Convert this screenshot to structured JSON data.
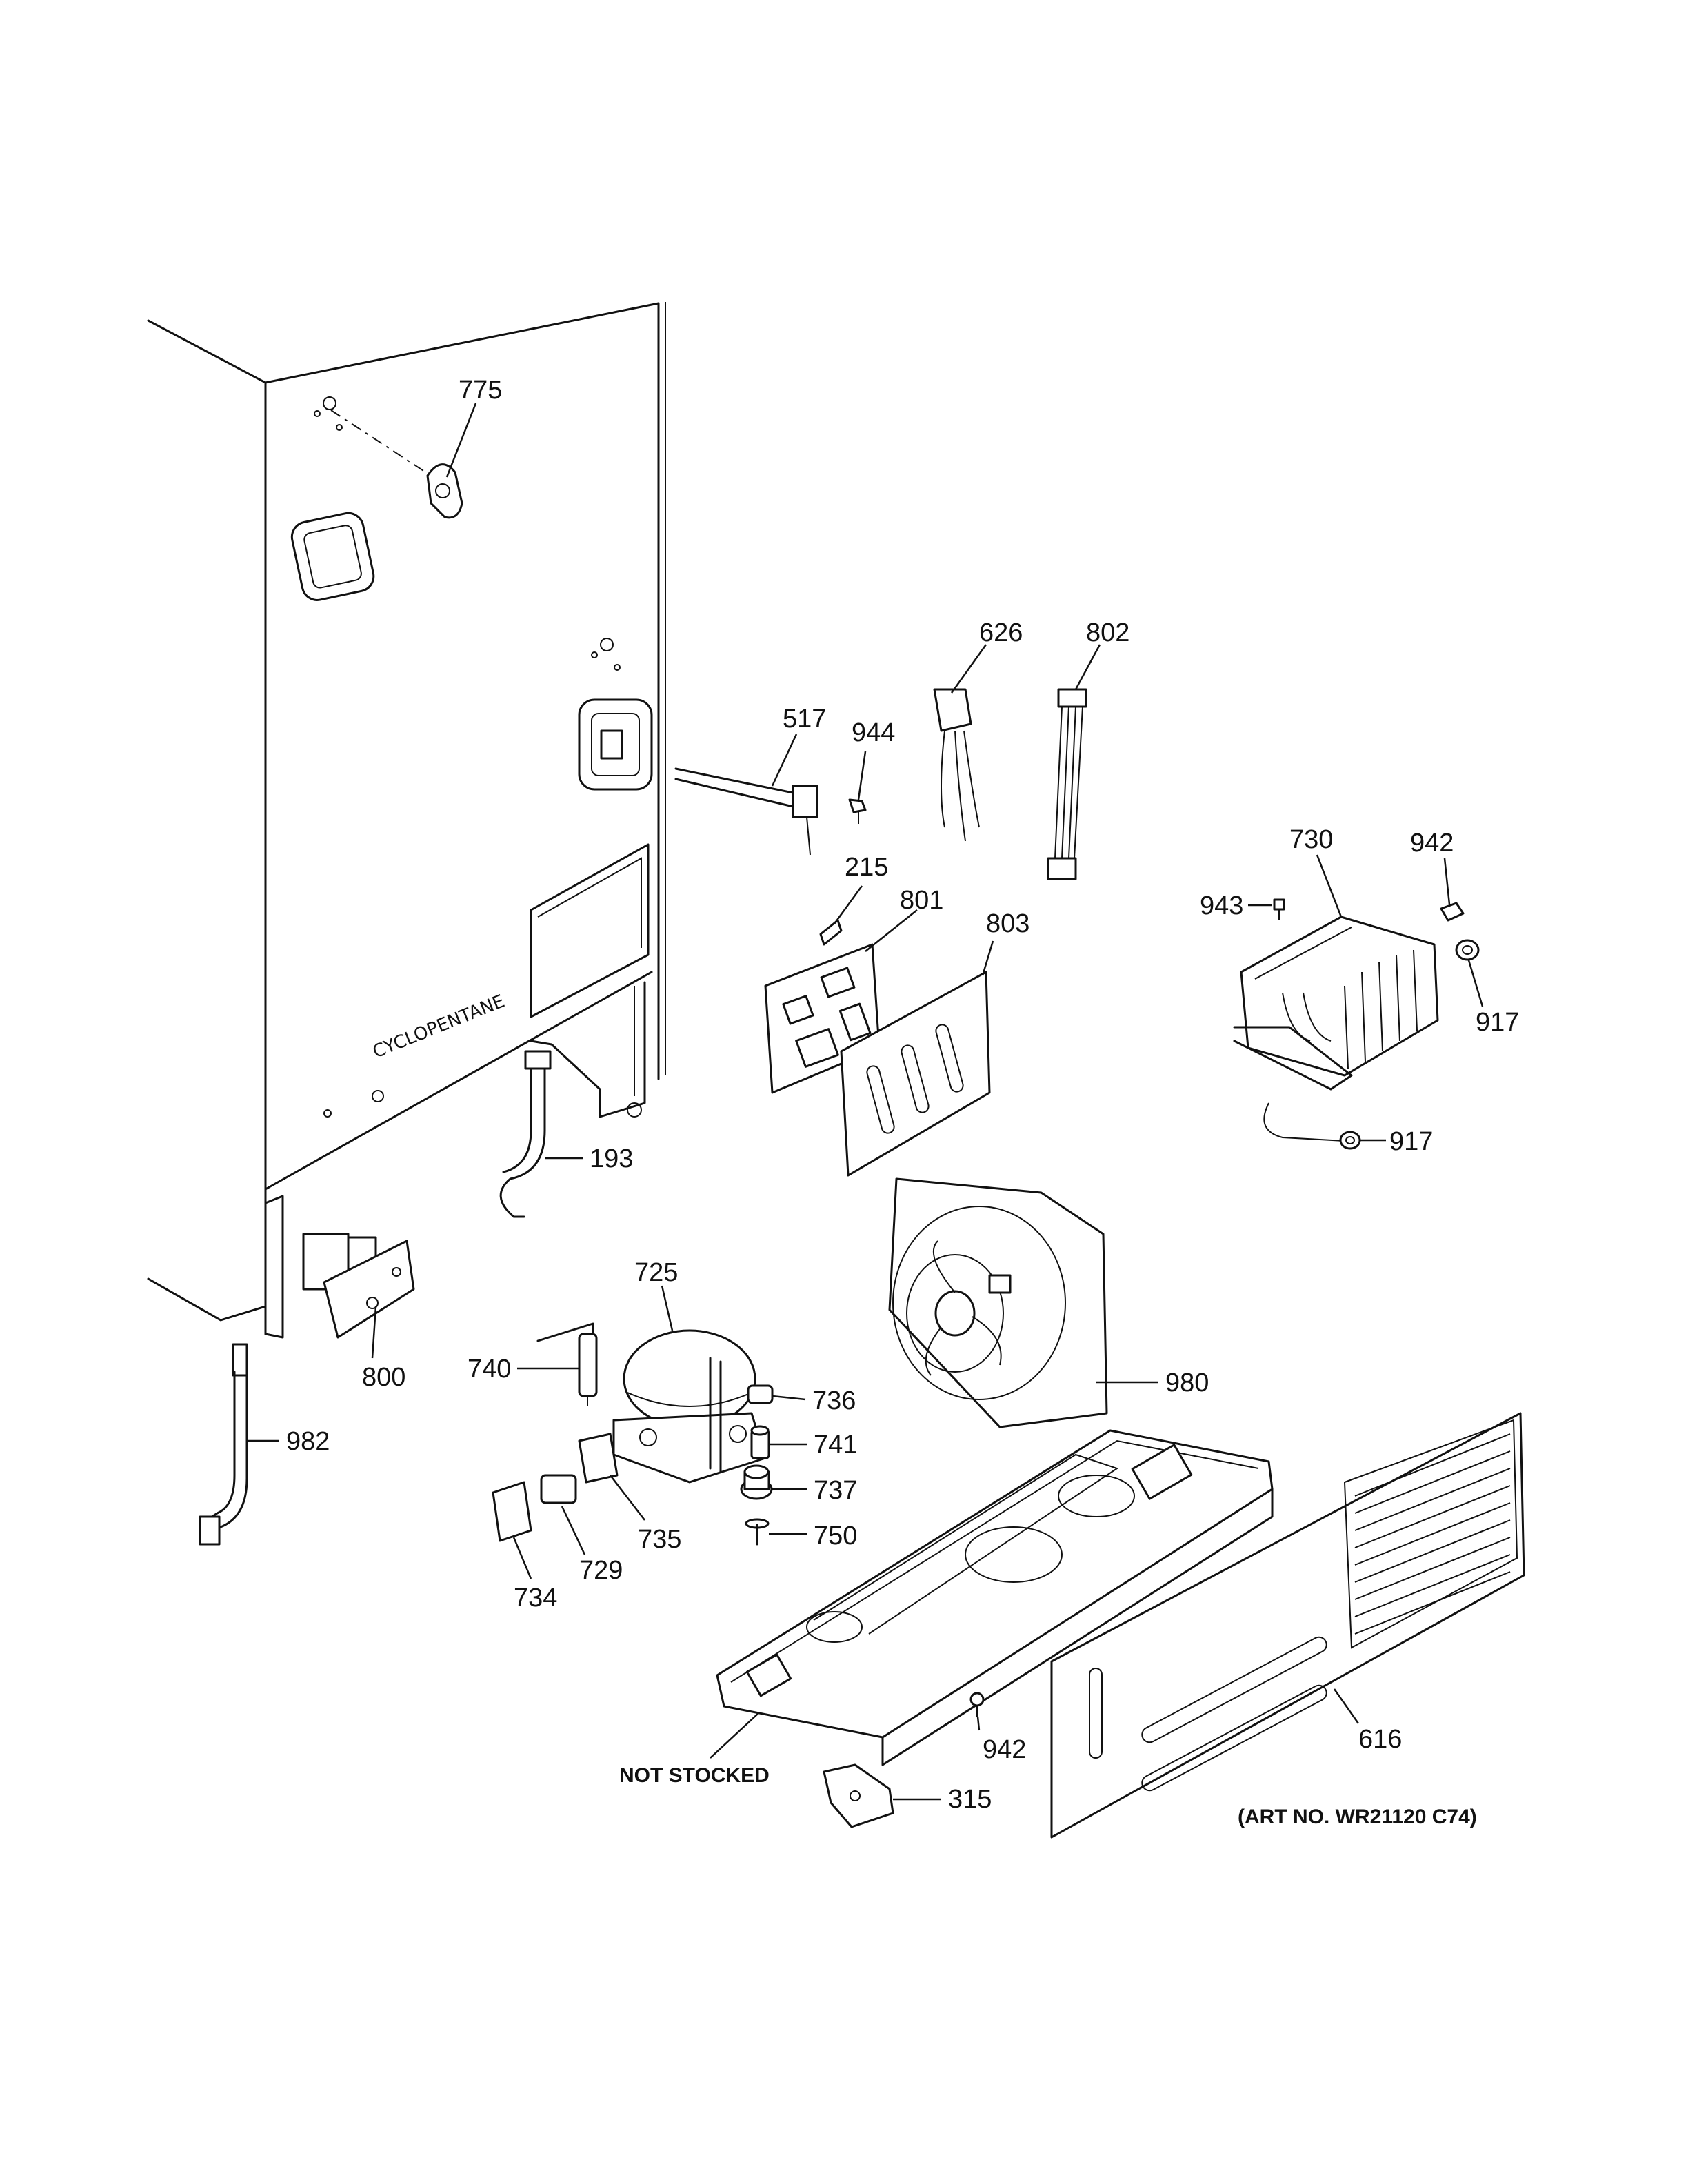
{
  "diagram": {
    "callouts": [
      {
        "id": "775",
        "label": "775"
      },
      {
        "id": "626",
        "label": "626"
      },
      {
        "id": "802",
        "label": "802"
      },
      {
        "id": "517",
        "label": "517"
      },
      {
        "id": "944",
        "label": "944"
      },
      {
        "id": "215",
        "label": "215"
      },
      {
        "id": "801",
        "label": "801"
      },
      {
        "id": "803",
        "label": "803"
      },
      {
        "id": "730",
        "label": "730"
      },
      {
        "id": "942a",
        "label": "942"
      },
      {
        "id": "943",
        "label": "943"
      },
      {
        "id": "917a",
        "label": "917"
      },
      {
        "id": "917b",
        "label": "917"
      },
      {
        "id": "193",
        "label": "193"
      },
      {
        "id": "725",
        "label": "725"
      },
      {
        "id": "980",
        "label": "980"
      },
      {
        "id": "800",
        "label": "800"
      },
      {
        "id": "740",
        "label": "740"
      },
      {
        "id": "736",
        "label": "736"
      },
      {
        "id": "741",
        "label": "741"
      },
      {
        "id": "737",
        "label": "737"
      },
      {
        "id": "750",
        "label": "750"
      },
      {
        "id": "982",
        "label": "982"
      },
      {
        "id": "735",
        "label": "735"
      },
      {
        "id": "729",
        "label": "729"
      },
      {
        "id": "734",
        "label": "734"
      },
      {
        "id": "942b",
        "label": "942"
      },
      {
        "id": "616",
        "label": "616"
      },
      {
        "id": "315",
        "label": "315"
      }
    ],
    "cabinet_stamp": "CYCLOPENTANE",
    "not_stocked_note": "NOT STOCKED",
    "art_number": "(ART NO. WR21120 C74)"
  }
}
